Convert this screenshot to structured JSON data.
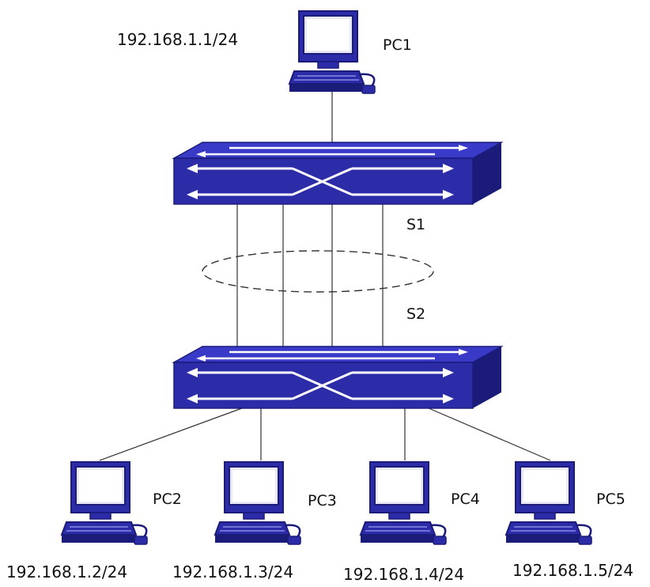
{
  "top": {
    "pc": {
      "name": "PC1",
      "ip": "192.168.1.1/24"
    },
    "switch_label": "S1"
  },
  "bottom": {
    "switch_label": "S2",
    "pcs": [
      {
        "name": "PC2",
        "ip": "192.168.1.2/24"
      },
      {
        "name": "PC3",
        "ip": "192.168.1.3/24"
      },
      {
        "name": "PC4",
        "ip": "192.168.1.4/24"
      },
      {
        "name": "PC5",
        "ip": "192.168.1.5/24"
      }
    ]
  },
  "colors": {
    "device": "#2c2ca8",
    "device_dark": "#1b1b7a",
    "device_light": "#5a5ad8",
    "link": "#333333"
  }
}
